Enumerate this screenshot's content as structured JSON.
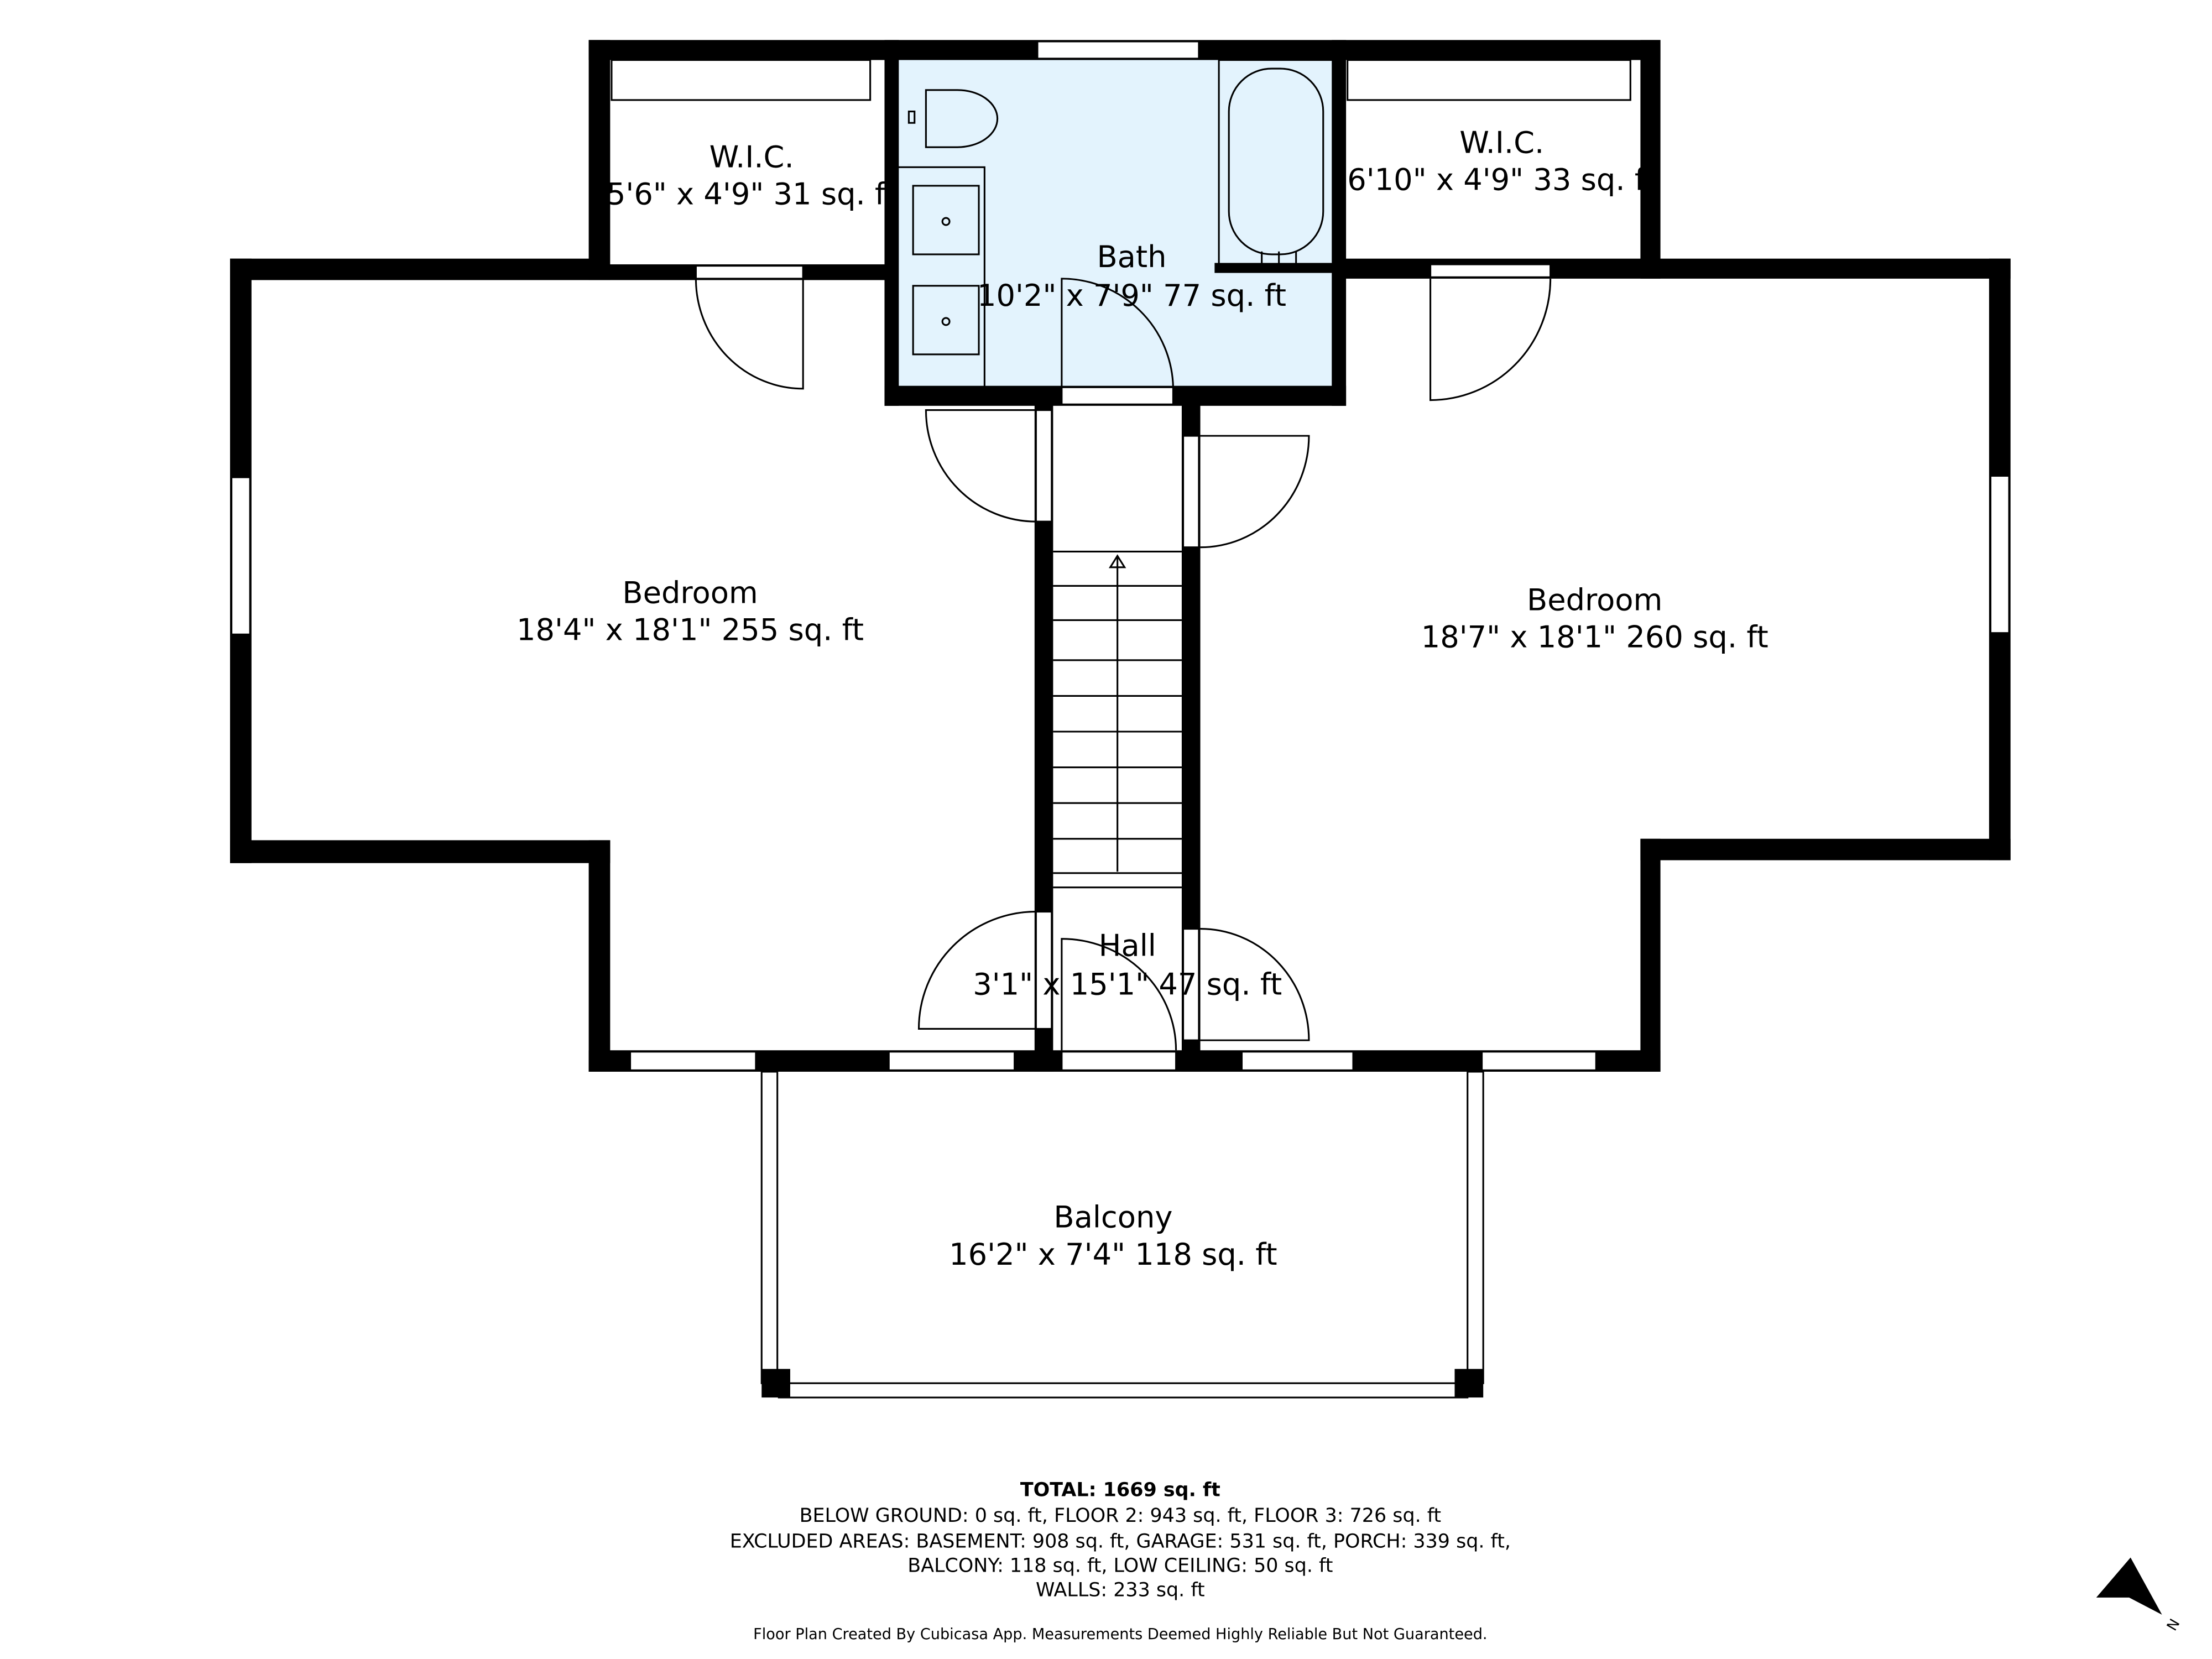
{
  "rooms": {
    "wic_left": {
      "name": "W.I.C.",
      "dims": "5'6\" x 4'9\" 31 sq. ft"
    },
    "bath": {
      "name": "Bath",
      "dims": "10'2\" x 7'9\" 77 sq. ft"
    },
    "wic_right": {
      "name": "W.I.C.",
      "dims": "6'10\" x 4'9\" 33 sq. ft"
    },
    "bedroom_left": {
      "name": "Bedroom",
      "dims": "18'4\" x 18'1\" 255 sq. ft"
    },
    "bedroom_right": {
      "name": "Bedroom",
      "dims": "18'7\" x 18'1\" 260 sq. ft"
    },
    "hall": {
      "name": "Hall",
      "dims": "3'1\" x 15'1\" 47 sq. ft"
    },
    "balcony": {
      "name": "Balcony",
      "dims": "16'2\" x 7'4\" 118 sq. ft"
    }
  },
  "colors": {
    "bath_fill": "#e3f3fd",
    "wall": "#000000"
  },
  "summary": {
    "total": "TOTAL: 1669 sq. ft",
    "line1": "BELOW GROUND: 0 sq. ft, FLOOR 2: 943 sq. ft, FLOOR 3: 726 sq. ft",
    "line2": "EXCLUDED AREAS: BASEMENT: 908 sq. ft, GARAGE: 531 sq. ft, PORCH: 339 sq. ft,",
    "line3": "BALCONY: 118 sq. ft, LOW CEILING: 50 sq. ft",
    "line4": "WALLS: 233 sq. ft",
    "credit": "Floor Plan Created By Cubicasa App. Measurements Deemed Highly Reliable But Not Guaranteed."
  },
  "compass": {
    "label": "N",
    "icon": "north-arrow-icon"
  }
}
